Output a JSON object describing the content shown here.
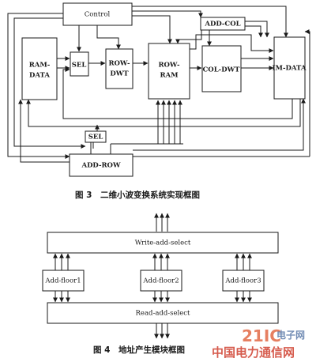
{
  "figure3": {
    "blocks": {
      "control": "Control",
      "ram_data_1": "RAM-",
      "ram_data_2": "DATA",
      "sel_top": "SEL",
      "row_dwt_1": "ROW-",
      "row_dwt_2": "DWT",
      "row_ram_1": "ROW-",
      "row_ram_2": "RAM",
      "add_col": "ADD-COL",
      "col_dwt": "COL-DWT",
      "im_data": "IM-DATA",
      "sel_bottom": "SEL",
      "add_row": "ADD-ROW"
    },
    "caption": "图 3　二维小波变换系统实现框图"
  },
  "figure4": {
    "blocks": {
      "write_add_select": "Write-add-select",
      "add_floor1": "Add-floor1",
      "add_floor2": "Add-floor2",
      "add_floor3": "Add-floor3",
      "read_add_select": "Read-add-select"
    },
    "caption": "图 4　地址产生模块框图"
  },
  "watermark": {
    "number": "21IC",
    "site": "电子网",
    "name": "中国电力通信网"
  },
  "colors": {
    "line": "#1a1a1a",
    "watermark_number": "#e0603a",
    "watermark_site": "#5a79a8",
    "watermark_name": "#d04030"
  }
}
